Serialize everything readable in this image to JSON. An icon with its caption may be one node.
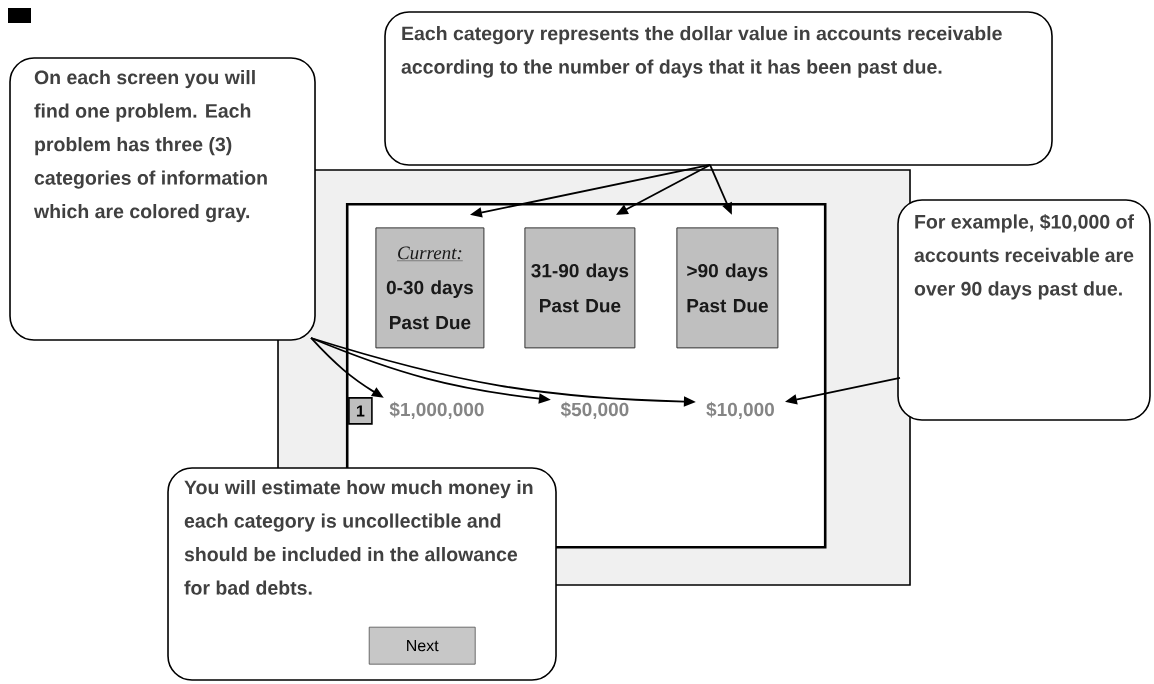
{
  "diagram": {
    "nodes": [
      {
        "text": [],
        "shape": "box"
      },
      {
        "text": [],
        "shape": "box",
        "in": 0
      },
      {
        "text": [
          "Each category represents the dollar value in accounts receivable according to the number of days that it has been past due."
        ]
      },
      {
        "text": [
          "On each screen you will find one problem.  Each problem has three (3) categories of information which are colored gray."
        ]
      },
      {
        "text": [
          "Current:",
          "0-30 days Past Due"
        ],
        "in": 1
      },
      {
        "text": [
          "31-90 days Past Due"
        ],
        "in": 1
      },
      {
        "text": [
          ">90 days Past Due"
        ],
        "in": 1
      },
      {
        "text": [
          "For example, $10,000 of accounts receivable are over 90 days past due."
        ]
      },
      {
        "text": [
          "1"
        ],
        "in": 1
      },
      {
        "text": [
          "$1,000,000"
        ],
        "in": 1
      },
      {
        "text": [
          "$50,000"
        ],
        "in": 1
      },
      {
        "text": [
          "$10,000"
        ],
        "in": 1
      },
      {
        "text": [
          "You will estimate how much money in each category is uncollectible and should be included in the allowance for bad debts."
        ]
      },
      {
        "text": [
          "Next"
        ],
        "in": 12
      }
    ],
    "edges": [
      {
        "from": 2,
        "to": 4,
        "arrow": "to"
      },
      {
        "from": 2,
        "to": 5,
        "arrow": "to"
      },
      {
        "from": 2,
        "to": 6,
        "arrow": "to"
      },
      {
        "from": 3,
        "to": 9,
        "arrow": "to"
      },
      {
        "from": 3,
        "to": 10,
        "arrow": "to"
      },
      {
        "from": 3,
        "to": 11,
        "arrow": "to"
      },
      {
        "from": 7,
        "to": 11,
        "arrow": "to"
      }
    ]
  }
}
